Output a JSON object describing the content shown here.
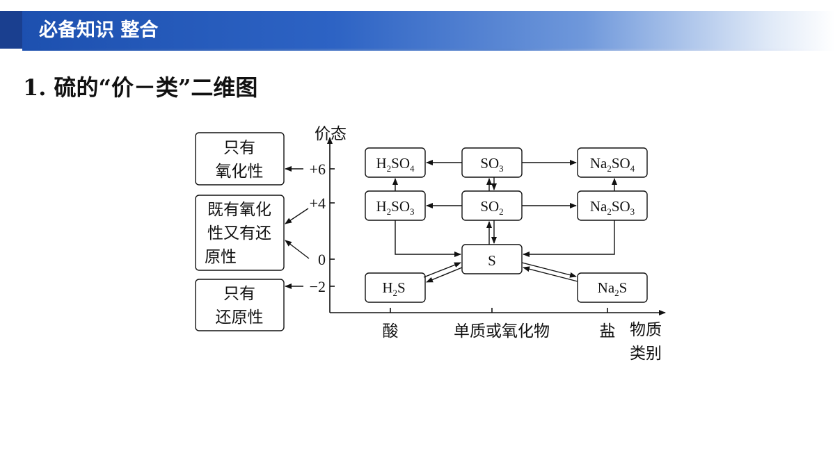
{
  "header": {
    "title": "必备知识 整合"
  },
  "section": {
    "title": "1. 硫的“价－类”二维图"
  },
  "diagram": {
    "y_axis_label": "价态",
    "x_axis_label_line1": "物质",
    "x_axis_label_line2": "类别",
    "valence_ticks": [
      "+6",
      "+4",
      "0",
      "−2"
    ],
    "category_ticks": [
      "酸",
      "单质或氧化物",
      "盐"
    ],
    "properties": [
      {
        "lines": [
          "只有",
          "氧化性"
        ]
      },
      {
        "lines": [
          "既有氧化",
          "性又有还",
          "原性"
        ]
      },
      {
        "lines": [
          "只有",
          "还原性"
        ]
      }
    ],
    "species": {
      "h2so4": {
        "parts": [
          "H",
          "2",
          "SO",
          "4"
        ]
      },
      "so3": {
        "parts": [
          "SO",
          "3"
        ]
      },
      "na2so4": {
        "parts": [
          "Na",
          "2",
          "SO",
          "4"
        ]
      },
      "h2so3": {
        "parts": [
          "H",
          "2",
          "SO",
          "3"
        ]
      },
      "so2": {
        "parts": [
          "SO",
          "2"
        ]
      },
      "na2so3": {
        "parts": [
          "Na",
          "2",
          "SO",
          "3"
        ]
      },
      "s": {
        "parts": [
          "S"
        ]
      },
      "h2s": {
        "parts": [
          "H",
          "2",
          "S"
        ]
      },
      "na2s": {
        "parts": [
          "Na",
          "2",
          "S"
        ]
      }
    }
  }
}
